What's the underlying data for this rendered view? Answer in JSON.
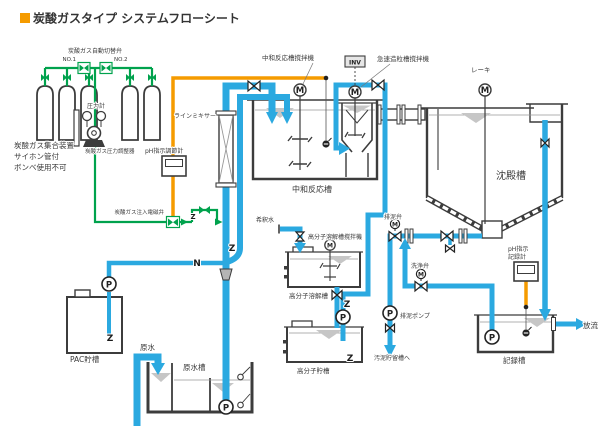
{
  "title": {
    "text": "炭酸ガスタイプ システムフローシート"
  },
  "colors": {
    "orange": "#F59B00",
    "green": "#00A24D",
    "blue": "#2BA9E0",
    "ink": "#333333"
  },
  "labels": {
    "co2_auto_valve": "炭酸ガス自動切替弁",
    "no1": "NO.1",
    "no2": "NO.2",
    "pressure_gauge": "圧力計",
    "manifold1": "炭酸ガス集合装置",
    "manifold2": "サイホン管付",
    "manifold3": "ボンベ使用不可",
    "co2_regulator": "炭酸ガス圧力調整器",
    "line_mixer": "ラインミキサー",
    "ph_controller": "pH指示調節計",
    "co2_solenoid": "炭酸ガス注入電磁弁",
    "neut_mixer": "中和反応槽撹拌機",
    "inv": "INV",
    "rapid_mixer": "急速造粒槽撹拌機",
    "rake": "レーキ",
    "neut_tank": "中和反応槽",
    "sed_tank": "沈殿槽",
    "dilution_water": "希釈水",
    "poly_mixer": "高分子溶解槽撹拌機",
    "drain_valve": "排泥弁",
    "wash_valve": "洗浄弁",
    "ph_recorder_line1": "pH指示",
    "ph_recorder_line2": "記録計",
    "poly_dissolve_tank": "高分子溶解槽",
    "drain_pump": "排泥ポンプ",
    "pac_tank": "PAC貯槽",
    "raw_water": "原水",
    "raw_water_tank": "原水槽",
    "poly_storage_tank": "高分子貯槽",
    "to_sludge": "汚泥貯留槽へ",
    "record_tank": "記録槽",
    "discharge": "放流",
    "pump": "P",
    "motor": "M",
    "break_z": "Z",
    "break_n": "N"
  }
}
